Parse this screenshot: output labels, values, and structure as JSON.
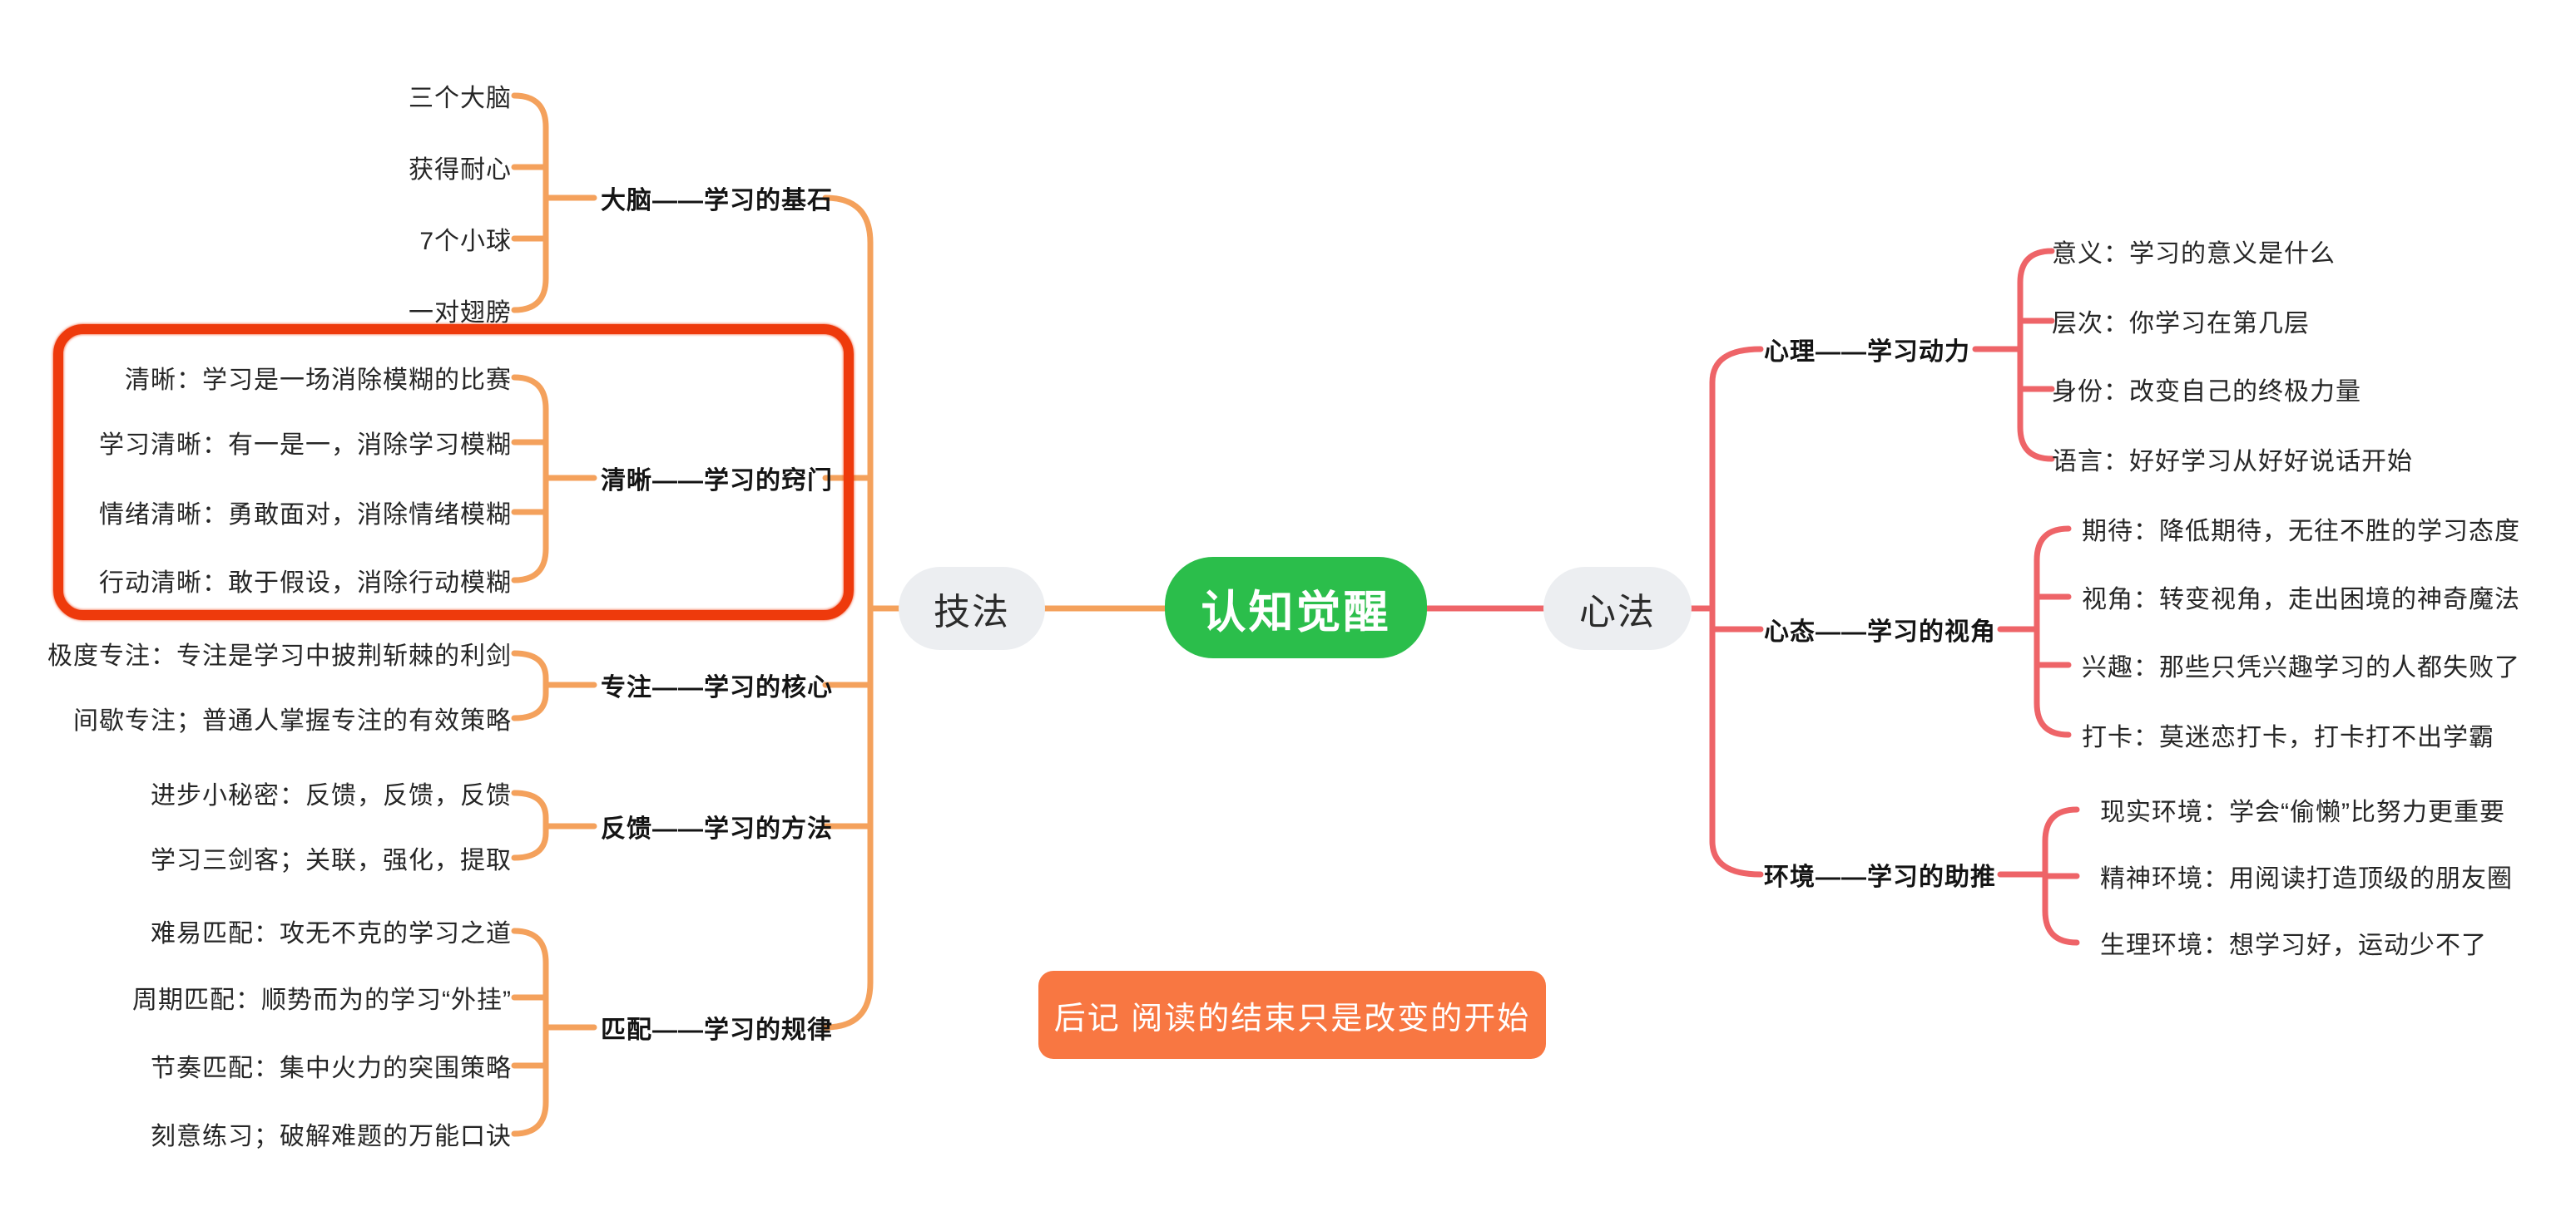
{
  "center": {
    "label": "认知觉醒"
  },
  "hubs": {
    "left": "技法",
    "right": "心法"
  },
  "left_branches": [
    {
      "title": "大脑——学习的基石",
      "children": [
        "三个大脑",
        "获得耐心",
        "7个小球",
        "一对翅膀"
      ]
    },
    {
      "title": "清晰——学习的窍门",
      "highlighted": true,
      "children": [
        "清晰：学习是一场消除模糊的比赛",
        "学习清晰：有一是一，消除学习模糊",
        "情绪清晰：勇敢面对，消除情绪模糊",
        "行动清晰：敢于假设，消除行动模糊"
      ]
    },
    {
      "title": "专注——学习的核心",
      "children": [
        "极度专注：专注是学习中披荆斩棘的利剑",
        "间歇专注；普通人掌握专注的有效策略"
      ]
    },
    {
      "title": "反馈——学习的方法",
      "children": [
        "进步小秘密：反馈，反馈，反馈",
        "学习三剑客；关联，强化，提取"
      ]
    },
    {
      "title": "匹配——学习的规律",
      "children": [
        "难易匹配：攻无不克的学习之道",
        "周期匹配：顺势而为的学习“外挂”",
        "节奏匹配：集中火力的突围策略",
        "刻意练习；破解难题的万能口诀"
      ]
    }
  ],
  "right_branches": [
    {
      "title": "心理——学习动力",
      "children": [
        "意义：学习的意义是什么",
        "层次：你学习在第几层",
        "身份：改变自己的终极力量",
        "语言：好好学习从好好说话开始"
      ]
    },
    {
      "title": "心态——学习的视角",
      "children": [
        "期待：降低期待，无往不胜的学习态度",
        "视角：转变视角，走出困境的神奇魔法",
        "兴趣：那些只凭兴趣学习的人都失败了",
        "打卡：莫迷恋打卡，打卡打不出学霸"
      ]
    },
    {
      "title": "环境——学习的助推",
      "children": [
        "现实环境：学会“偷懒”比努力更重要",
        "精神环境：用阅读打造顶级的朋友圈",
        "生理环境：想学习好，运动少不了"
      ]
    }
  ],
  "footnote": {
    "label": "后记 阅读的结束只是改变的开始"
  },
  "colors": {
    "center_bg": "#2BBE4B",
    "hub_bg": "#ECEEF1",
    "left_line": "#F4A15C",
    "right_line": "#EE6468",
    "highlight_border": "#EE3A0C",
    "footnote_bg": "#F87742",
    "text": "#262626"
  }
}
